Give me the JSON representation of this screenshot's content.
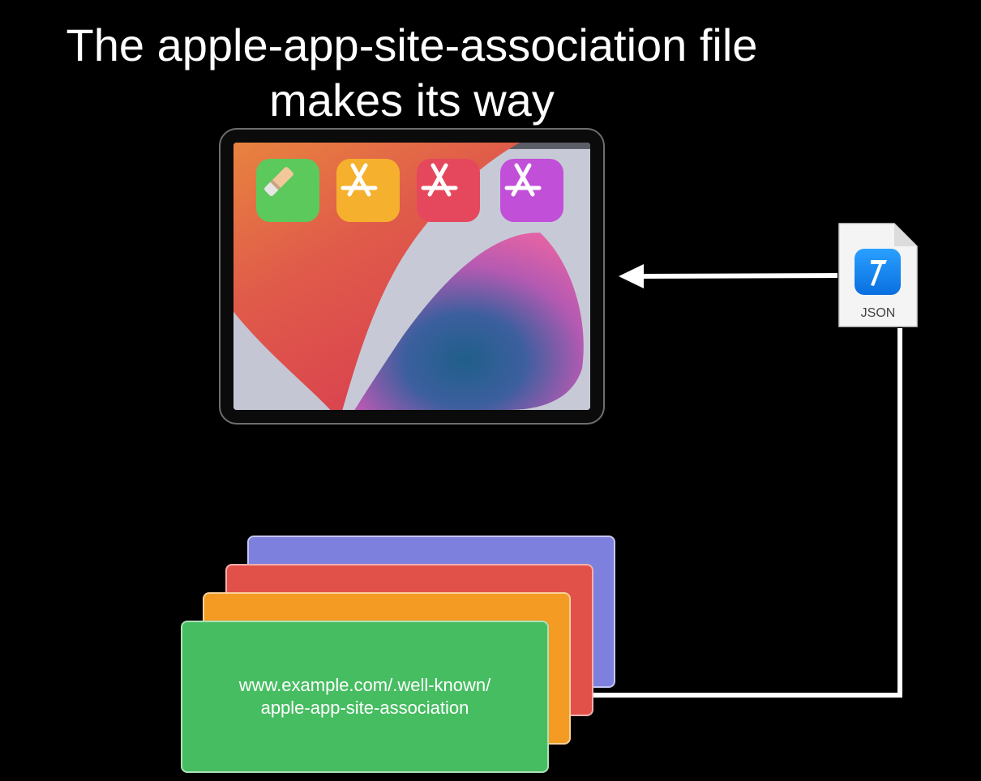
{
  "title": {
    "line1": "The apple-app-site-association file",
    "line2": "makes its way"
  },
  "device": {
    "apps": [
      {
        "name": "pencil-app-icon",
        "color": "#5cc95c"
      },
      {
        "name": "app-store-icon",
        "color": "#f5b02e"
      },
      {
        "name": "app-store-icon",
        "color": "#e5485c"
      },
      {
        "name": "app-store-icon",
        "color": "#c14fd8"
      }
    ]
  },
  "json_file": {
    "label": "JSON",
    "icon": "hammer-icon"
  },
  "website_card": {
    "line1": "www.example.com/.well-known/",
    "line2": "apple-app-site-association"
  },
  "colors": {
    "background": "#000000",
    "card_purple": "#7e80de",
    "card_red": "#e1514a",
    "card_orange": "#f39b22",
    "card_green": "#47bd62",
    "arrow": "#ffffff"
  }
}
